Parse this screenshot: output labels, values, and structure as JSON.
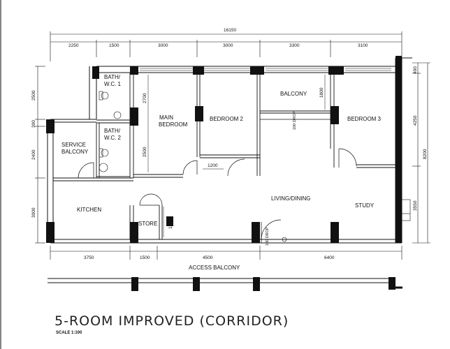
{
  "plan": {
    "title": "5-ROOM IMPROVED (CORRIDOR)",
    "scale": "SCALE  1:100",
    "rooms": {
      "bath1_a": "BATH/",
      "bath1_b": "W.C. 1",
      "bath2_a": "BATH/",
      "bath2_b": "W.C. 2",
      "master_a": "MAIN",
      "master_b": "BEDROOM",
      "bedroom2": "BEDROOM 2",
      "balcony": "BALCONY",
      "bedroom3": "BEDROOM 3",
      "service_a": "SERVICE",
      "service_b": "BALCONY",
      "kitchen": "KITCHEN",
      "store": "STORE",
      "living": "LIVING/DINING",
      "study": "STUDY",
      "access": "ACCESS BALCONY",
      "drop": "100 DROP",
      "entry_drop": "100 DROP"
    },
    "dims": {
      "total_width": "16150",
      "top": [
        "2250",
        "1500",
        "3000",
        "3000",
        "3300",
        "3100"
      ],
      "bottom": [
        "3750",
        "1500",
        "4500",
        "6400"
      ],
      "left": [
        "2500",
        "300",
        "2400",
        "3000"
      ],
      "right": [
        "400",
        "4250",
        "3550"
      ],
      "right_total": "8200",
      "inner": {
        "master_top": "2700",
        "master_bottom": "2500",
        "balcony": "1800",
        "store": "1700",
        "corridor": "1200"
      }
    }
  }
}
